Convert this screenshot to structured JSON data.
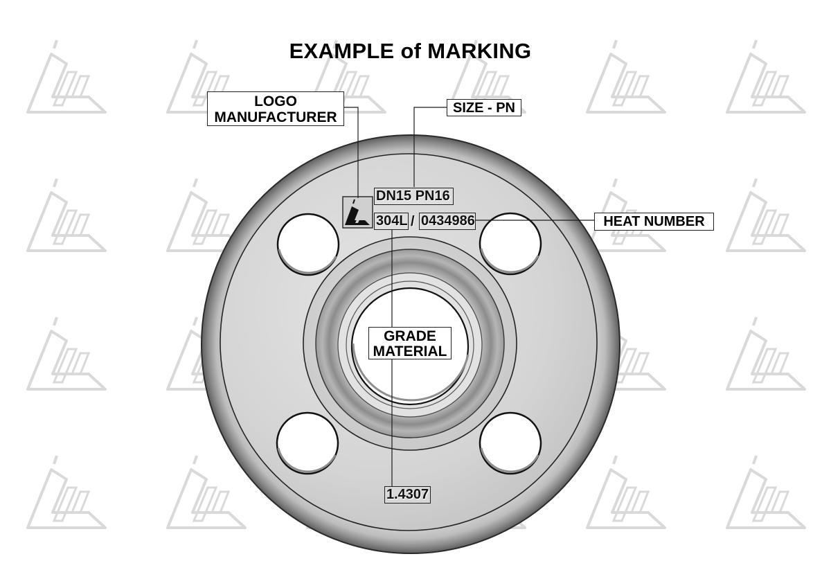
{
  "title": "EXAMPLE of MARKING",
  "callouts": {
    "logo_line1": "LOGO",
    "logo_line2": "MANUFACTURER",
    "size_pn": "SIZE - PN",
    "heat_number": "HEAT NUMBER",
    "grade_line1": "GRADE",
    "grade_line2": "MATERIAL"
  },
  "marking": {
    "size_rating": "DN15 PN16",
    "grade": "304L",
    "separator": "/",
    "heat": "0434986",
    "material_number": "1.4307"
  },
  "icons": {
    "watermark": "manufacturer-logo-watermark-icon",
    "engraved_logo": "manufacturer-logo-icon"
  },
  "colors": {
    "flange_face": "#cfcfcf",
    "flange_shadow": "#6e6e6e",
    "outline": "#1a1a1a",
    "watermark": "#dcdcdc"
  }
}
